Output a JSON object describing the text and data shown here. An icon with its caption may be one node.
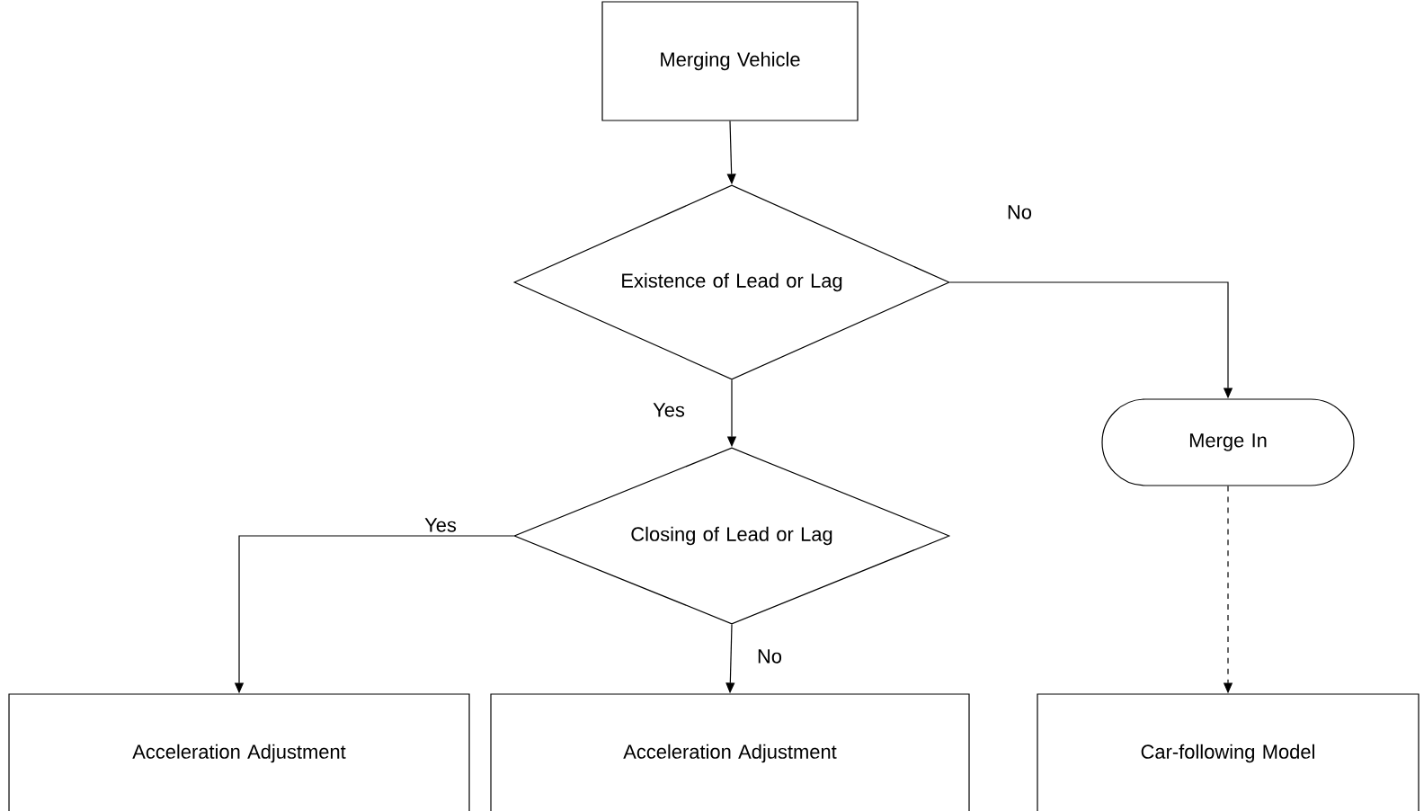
{
  "diagram": {
    "nodes": [
      {
        "text": [
          "Merging Vehicle"
        ]
      },
      {
        "text": [
          "Existence of Lead or Lag"
        ]
      },
      {
        "text": [
          "Merge In"
        ]
      },
      {
        "text": [
          "Closing of Lead or Lag"
        ]
      },
      {
        "text": [
          "Acceleration Adjustment"
        ]
      },
      {
        "text": [
          "Acceleration Adjustment"
        ]
      },
      {
        "text": [
          "Car-following Model"
        ]
      }
    ],
    "edges": [
      {
        "from": 0,
        "to": 1,
        "arrow": "to"
      },
      {
        "from": 1,
        "to": 2,
        "arrow": "to",
        "label": "No"
      },
      {
        "from": 1,
        "to": 3,
        "arrow": "to",
        "label": "Yes"
      },
      {
        "from": 3,
        "to": 4,
        "arrow": "to",
        "label": "Yes"
      },
      {
        "from": 3,
        "to": 5,
        "arrow": "to",
        "label": "No"
      },
      {
        "from": 2,
        "to": 6,
        "arrow": "to",
        "style": "dashed"
      }
    ]
  }
}
